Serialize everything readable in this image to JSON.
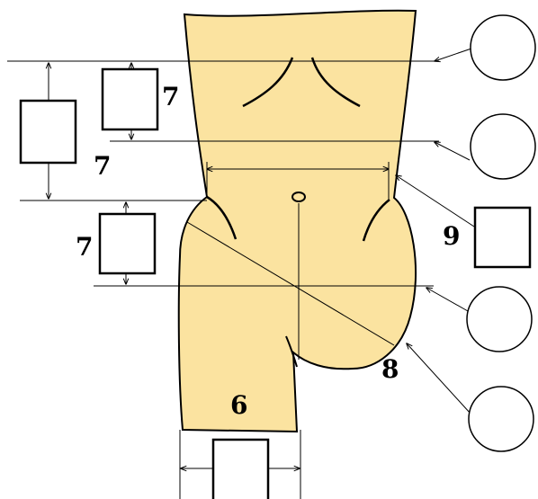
{
  "colors": {
    "body_fill": "#FBE3A0",
    "stroke": "#000000",
    "background": "#FFFFFF"
  },
  "labels": {
    "upper_box_number": "7",
    "waist_box_number": "7",
    "hip_box_number": "7",
    "side_box_number": "9",
    "hip_diagonal_number": "8",
    "leg_number": "6"
  }
}
